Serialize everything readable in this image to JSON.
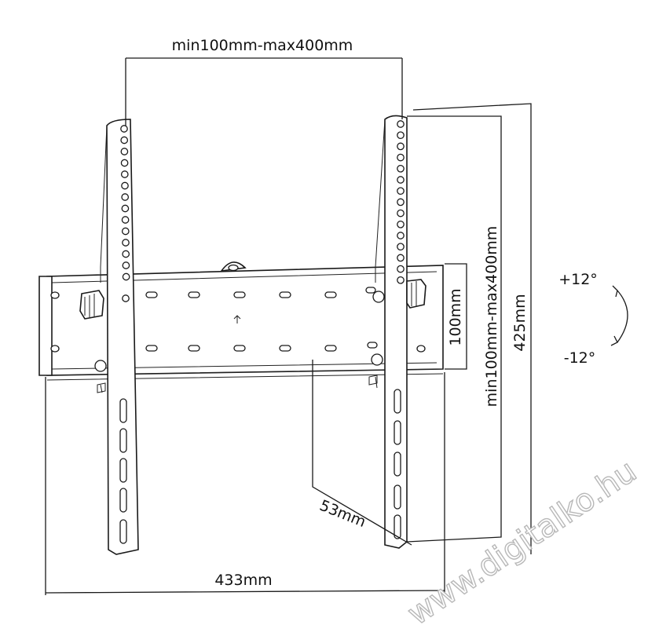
{
  "dimensions": {
    "top_width": "min100mm-max400mm",
    "right_vertical_spacing": "min100mm-max400mm",
    "bracket_height": "425mm",
    "rail_height": "100mm",
    "depth": "53mm",
    "total_width": "433mm"
  },
  "tilt": {
    "up": "+12°",
    "down": "-12°"
  },
  "watermark": "www.digitalko.hu"
}
